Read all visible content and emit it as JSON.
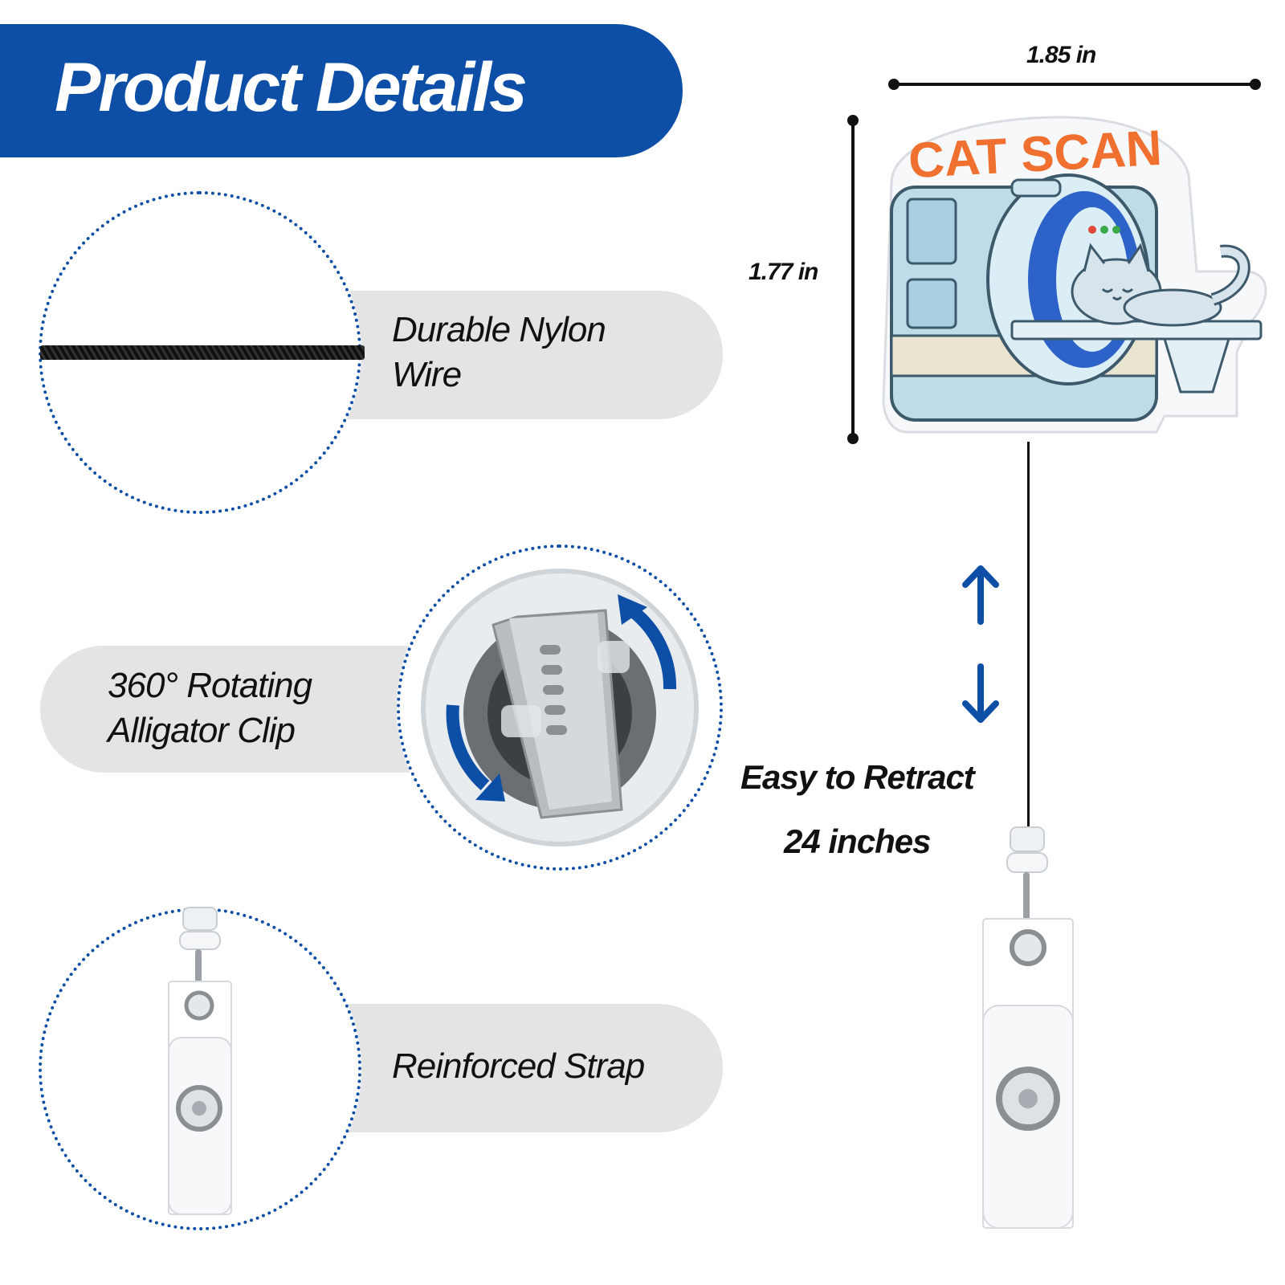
{
  "header": {
    "title": "Product Details"
  },
  "features": [
    {
      "label_line1": "Durable Nylon",
      "label_line2": "Wire",
      "icon": "nylon-wire"
    },
    {
      "label_line1": "360° Rotating",
      "label_line2": "Alligator Clip",
      "icon": "alligator-clip"
    },
    {
      "label_line1": "Reinforced Strap",
      "icon": "badge-strap"
    }
  ],
  "product": {
    "badge_text": "CAT SCAN",
    "width_label": "1.85 in",
    "height_label": "1.77 in",
    "retract_label": "Easy to Retract",
    "length_label": "24 inches"
  },
  "colors": {
    "brand_blue": "#0d4ea6",
    "pill_gray": "#e4e4e4",
    "badge_orange": "#f07030"
  }
}
